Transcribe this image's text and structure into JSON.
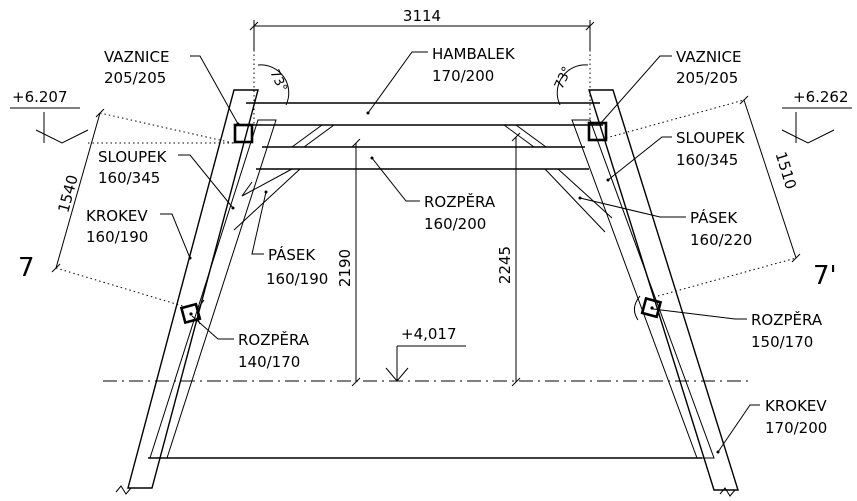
{
  "dimensions": {
    "top_width": "3114",
    "left_height": "1540",
    "right_height": "1510",
    "rozpera_height_left": "2190",
    "rozpera_height_right": "2245"
  },
  "angles": {
    "left": "73°",
    "right": "73°"
  },
  "levels": {
    "left": "+6.207",
    "right": "+6.262",
    "base": "+4,017"
  },
  "sections": {
    "left": "7",
    "right": "7'"
  },
  "labels": {
    "vaznice_left": {
      "name": "VAZNICE",
      "size": "205/205"
    },
    "vaznice_right": {
      "name": "VAZNICE",
      "size": "205/205"
    },
    "hambalek": {
      "name": "HAMBALEK",
      "size": "170/200"
    },
    "sloupek_left": {
      "name": "SLOUPEK",
      "size": "160/345"
    },
    "sloupek_right": {
      "name": "SLOUPEK",
      "size": "160/345"
    },
    "krokev_left": {
      "name": "KROKEV",
      "size": "160/190"
    },
    "krokev_right": {
      "name": "KROKEV",
      "size": "170/200"
    },
    "rozpera_mid": {
      "name": "ROZPĚRA",
      "size": "160/200"
    },
    "pasek_left": {
      "name": "PÁSEK",
      "size": "160/190"
    },
    "pasek_right": {
      "name": "PÁSEK",
      "size": "160/220"
    },
    "rozpera_left": {
      "name": "ROZPĚRA",
      "size": "140/170"
    },
    "rozpera_right": {
      "name": "ROZPĚRA",
      "size": "150/170"
    }
  }
}
